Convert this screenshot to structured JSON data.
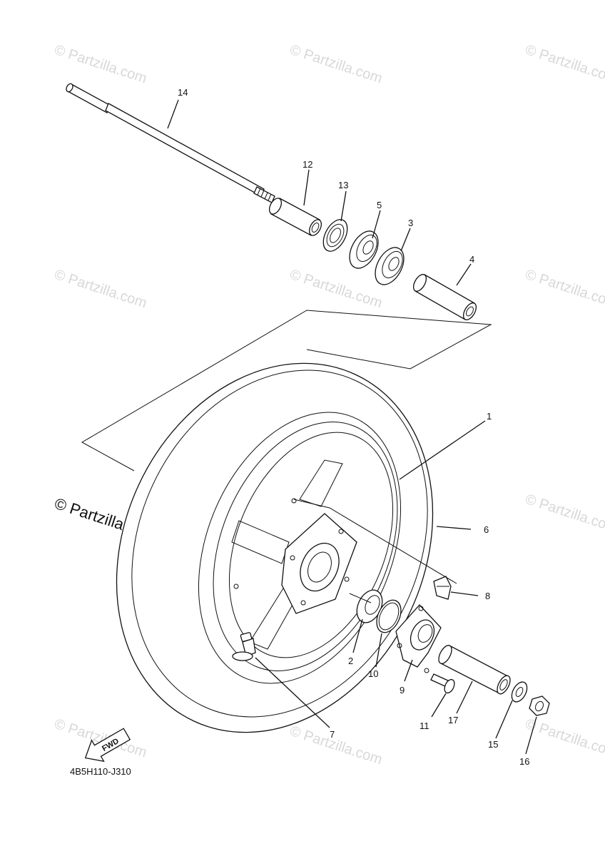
{
  "diagram": {
    "callouts": [
      "1",
      "2",
      "3",
      "4",
      "5",
      "6",
      "7",
      "8",
      "9",
      "10",
      "11",
      "12",
      "13",
      "14",
      "15",
      "16",
      "17"
    ],
    "diagram_code": "4B5H110-J310",
    "fwd_label": "FWD",
    "watermark_main": "© Partzilla.com",
    "watermark_repeat": "© Partzilla.com"
  }
}
